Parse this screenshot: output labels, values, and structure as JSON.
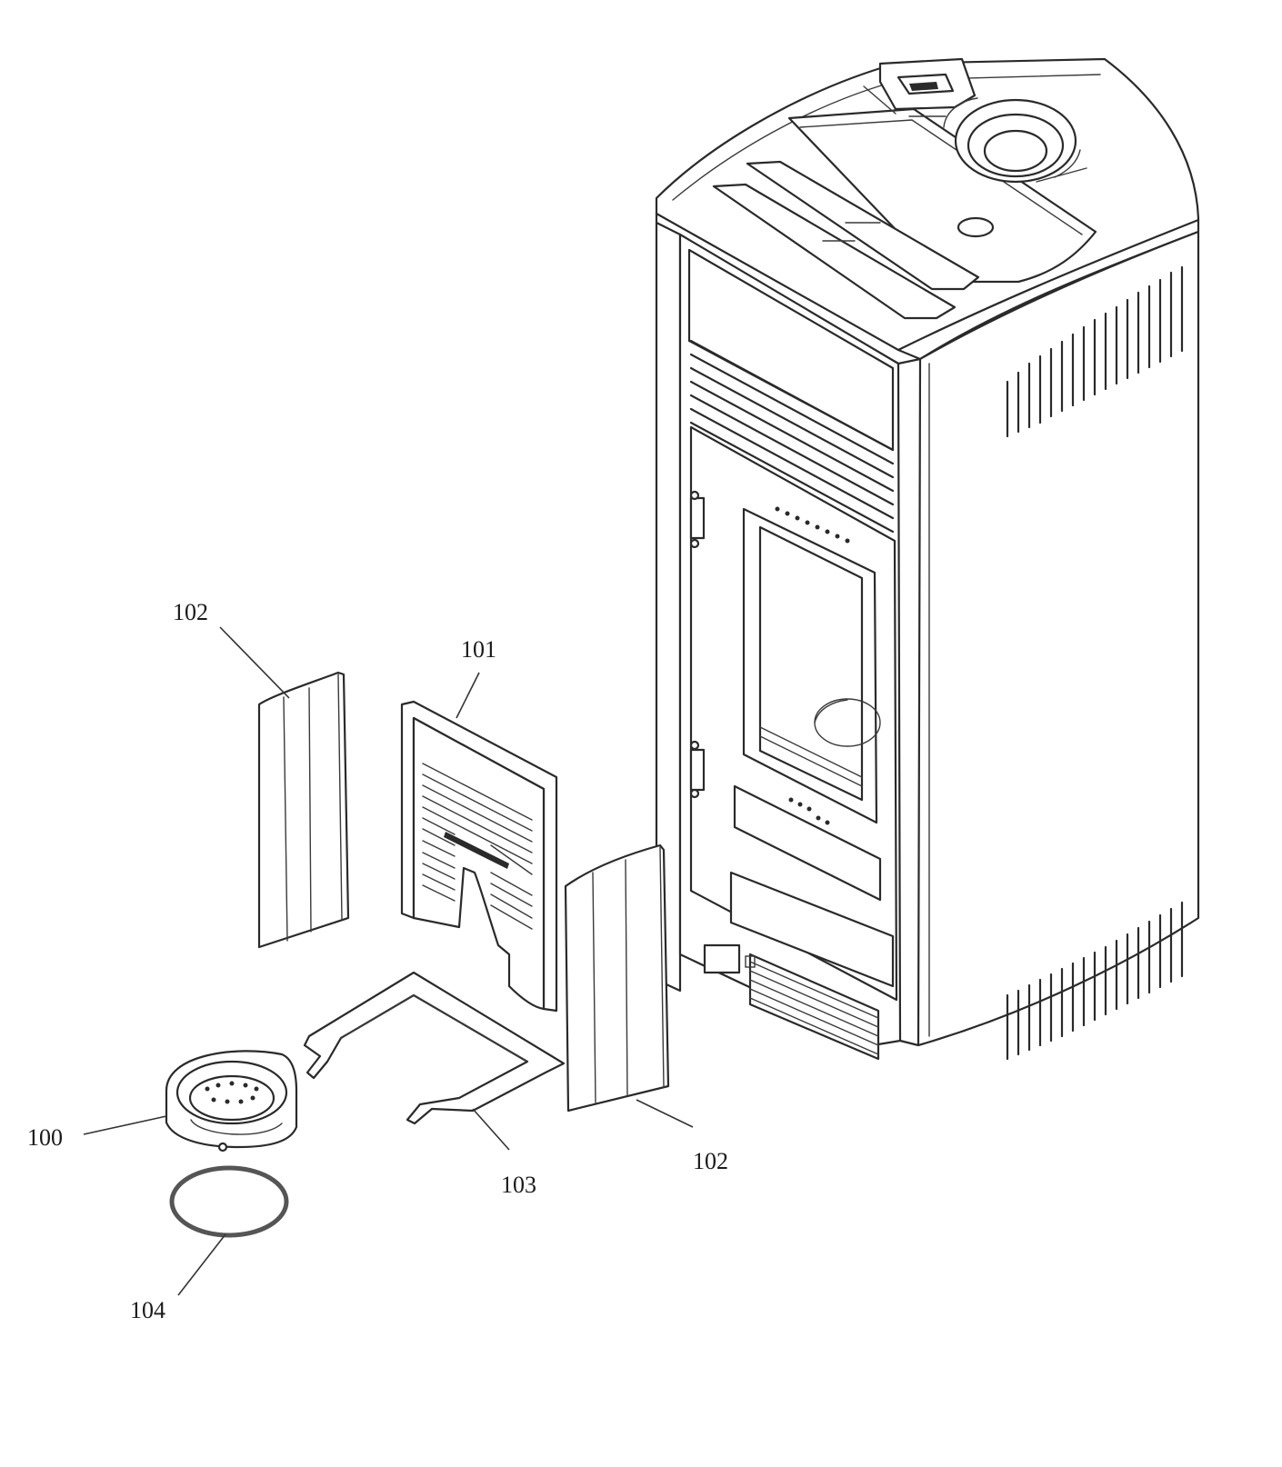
{
  "callouts": [
    {
      "id": "callout-100",
      "label": "100"
    },
    {
      "id": "callout-101",
      "label": "101"
    },
    {
      "id": "callout-102-left",
      "label": "102"
    },
    {
      "id": "callout-102-right",
      "label": "102"
    },
    {
      "id": "callout-103",
      "label": "103"
    },
    {
      "id": "callout-104",
      "label": "104"
    }
  ]
}
